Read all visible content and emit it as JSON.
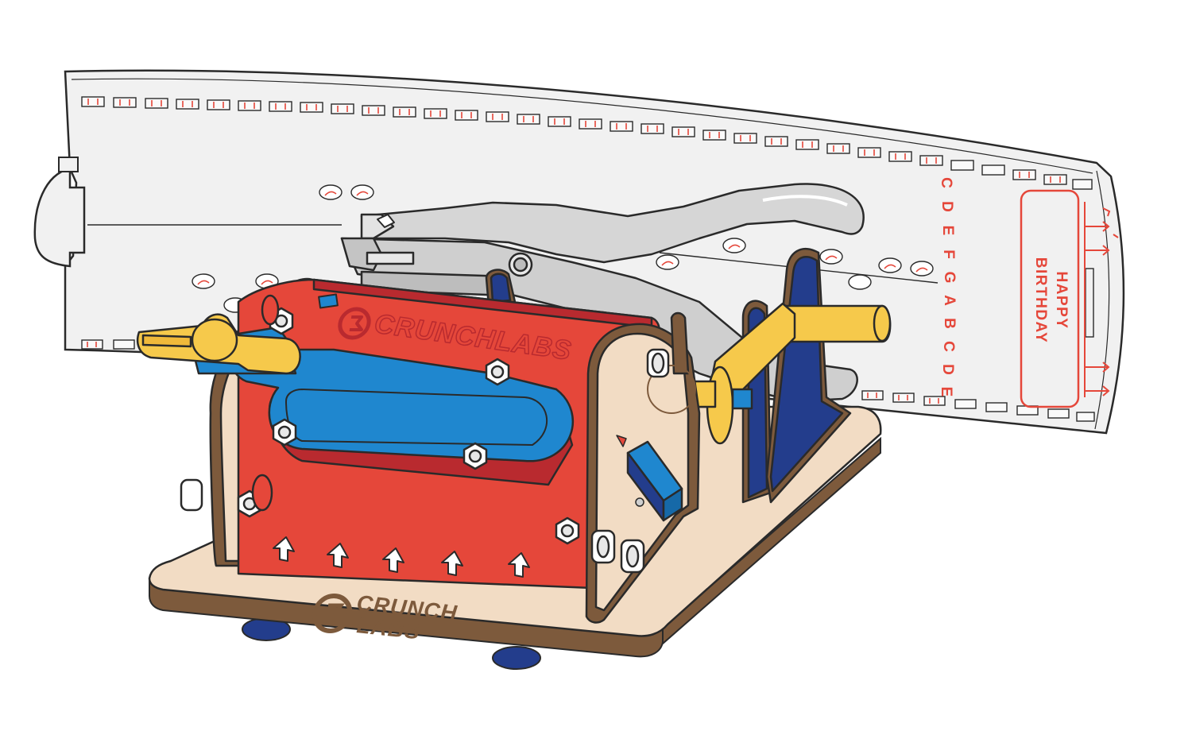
{
  "colors": {
    "strip": "#f1f1f1",
    "strip_outline": "#2a2a2a",
    "accent_red": "#e5473a",
    "dark_red": "#b92a2f",
    "blue": "#1f87cf",
    "navy": "#233d8c",
    "yellow": "#f6c94b",
    "wood": "#f2dcc4",
    "wood_edge": "#7d5a3c",
    "metal": "#cfcfcf"
  },
  "strip": {
    "notes_left": [
      "C",
      "D",
      "E",
      "F",
      "G",
      "A",
      "B",
      "C",
      "D",
      "E"
    ],
    "label_line1": "HAPPY",
    "label_line2": "BIRTHDAY"
  },
  "base": {
    "brand_line1": "CRUNCH",
    "brand_line2": "LABS"
  },
  "drum": {
    "brand": "CRUNCHLABS"
  },
  "icons": {
    "logo": "crunchlabs-logo-icon",
    "feed_arrow": "up-arrow-icon",
    "strip_arrow": "right-arrow-icon"
  }
}
